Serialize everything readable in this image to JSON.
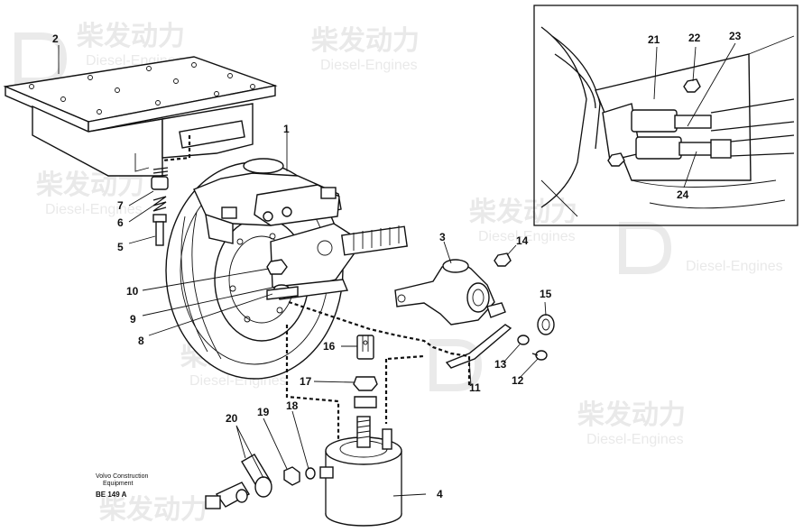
{
  "figure": {
    "caption_line1": "Volvo Construction",
    "caption_line2": "Equipment",
    "drawing_code": "BE 149 A"
  },
  "watermark": {
    "brand_cn": "柴发动力",
    "brand_en": "Diesel-Engines"
  },
  "callouts": [
    {
      "id": "c1",
      "label": "1"
    },
    {
      "id": "c2",
      "label": "2"
    },
    {
      "id": "c3",
      "label": "3"
    },
    {
      "id": "c4",
      "label": "4"
    },
    {
      "id": "c5",
      "label": "5"
    },
    {
      "id": "c6",
      "label": "6"
    },
    {
      "id": "c7",
      "label": "7"
    },
    {
      "id": "c8",
      "label": "8"
    },
    {
      "id": "c9",
      "label": "9"
    },
    {
      "id": "c10",
      "label": "10"
    },
    {
      "id": "c11",
      "label": "11"
    },
    {
      "id": "c12",
      "label": "12"
    },
    {
      "id": "c13",
      "label": "13"
    },
    {
      "id": "c14",
      "label": "14"
    },
    {
      "id": "c15",
      "label": "15"
    },
    {
      "id": "c16",
      "label": "16"
    },
    {
      "id": "c17",
      "label": "17"
    },
    {
      "id": "c18",
      "label": "18"
    },
    {
      "id": "c19",
      "label": "19"
    },
    {
      "id": "c20",
      "label": "20"
    },
    {
      "id": "c21",
      "label": "21"
    },
    {
      "id": "c22",
      "label": "22"
    },
    {
      "id": "c23",
      "label": "23"
    },
    {
      "id": "c24",
      "label": "24"
    }
  ]
}
